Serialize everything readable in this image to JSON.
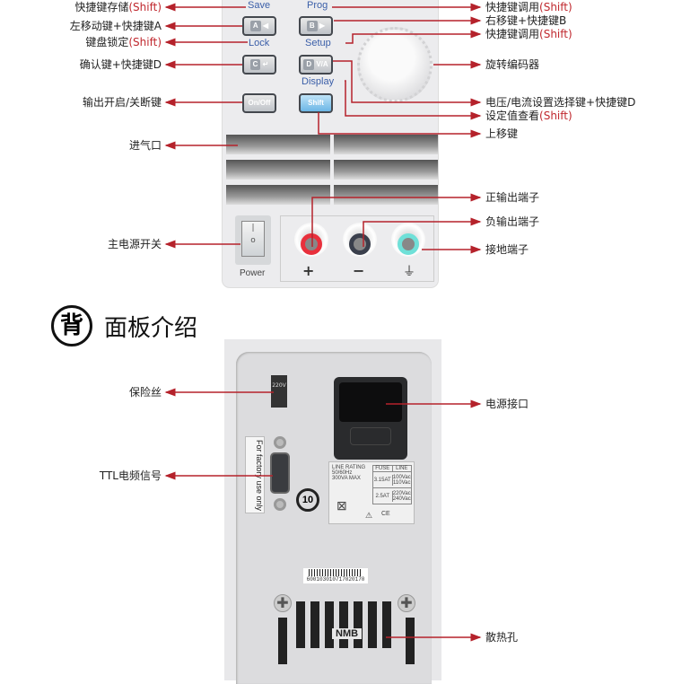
{
  "front_panel": {
    "keys": {
      "save": "Save",
      "prog": "Prog",
      "lock": "Lock",
      "setup": "Setup",
      "display": "Display",
      "a": "A",
      "b": "B",
      "c": "C",
      "d": "D",
      "va": "V/A",
      "onoff": "On/Off",
      "shift": "Shift"
    },
    "power_label": "Power",
    "plus": "+",
    "minus": "−",
    "ground": "⏚"
  },
  "left_labels": [
    {
      "text": "快捷键存储",
      "suffix": "(Shift)"
    },
    {
      "text": "左移动键+快捷键A"
    },
    {
      "text": "键盘锁定",
      "suffix": "(Shift)"
    },
    {
      "text": "确认键+快捷键D"
    },
    {
      "text": "输出开启/关断键"
    },
    {
      "text": "进气口"
    },
    {
      "text": "主电源开关"
    },
    {
      "text": "保险丝"
    },
    {
      "text": "TTL电频信号"
    }
  ],
  "right_labels": [
    {
      "text": "快捷键调用",
      "suffix": "(Shift)"
    },
    {
      "text": "右移键+快捷键B"
    },
    {
      "text": "快捷键调用",
      "suffix": "(Shift)"
    },
    {
      "text": "旋转编码器"
    },
    {
      "text": "电压/电流设置选择键+快捷键D"
    },
    {
      "text": "设定值查看",
      "suffix": "(Shift)"
    },
    {
      "text": "上移键"
    },
    {
      "text": "正输出端子"
    },
    {
      "text": "负输出端子"
    },
    {
      "text": "接地端子"
    },
    {
      "text": "电源接口"
    },
    {
      "text": "散热孔"
    }
  ],
  "section": {
    "badge": "背",
    "title": "面板介绍"
  },
  "rear_panel": {
    "voltage_switch": "220V",
    "factory_label": "For factory use only",
    "env_label": "10",
    "rating": {
      "line_rating": "LINE RATING",
      "freq": "50/60Hz",
      "power": "300VA MAX",
      "fuse_header": "FUSE",
      "line_header": "LINE",
      "fuse1": "3.15AT",
      "line1": "100Vac 110Vac",
      "fuse2": "2.5AT",
      "line2": "220Vac 240Vac",
      "ce": "CE"
    },
    "barcode": "600103010717020170",
    "fan_brand": "NMB"
  },
  "colors": {
    "accent": "#c0282e",
    "key_label": "#3a5ea8"
  }
}
